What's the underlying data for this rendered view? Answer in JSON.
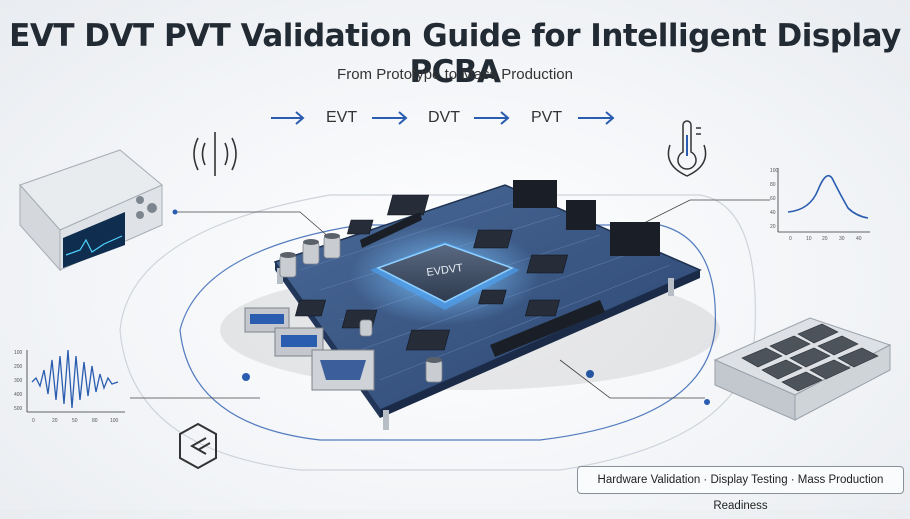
{
  "title": "EVT DVT PVT Validation Guide for Intelligent Display PCBA",
  "subtitle": "From Prototype to Mass Production",
  "stages": [
    "EVT",
    "DVT",
    "PVT"
  ],
  "chip_label": "EVDVT",
  "footer": "Hardware Validation · Display Testing · Mass Production Readiness",
  "waveform_axis": {
    "y_ticks": [
      "100",
      "200",
      "300",
      "400",
      "500"
    ],
    "x_ticks": [
      "0",
      "20",
      "50",
      "80",
      "100"
    ]
  },
  "curve_axis": {
    "y_ticks": [
      "100",
      "80",
      "60",
      "40",
      "20"
    ],
    "x_ticks": [
      "0",
      "10",
      "20",
      "30",
      "40"
    ]
  },
  "colors": {
    "accent_blue": "#2a5db0",
    "pcb_blue": "#33507a",
    "chip_glow": "#4aa8ff"
  },
  "icons": [
    "wireless-signal-icon",
    "thermometer-icon",
    "brand-logo-icon"
  ]
}
